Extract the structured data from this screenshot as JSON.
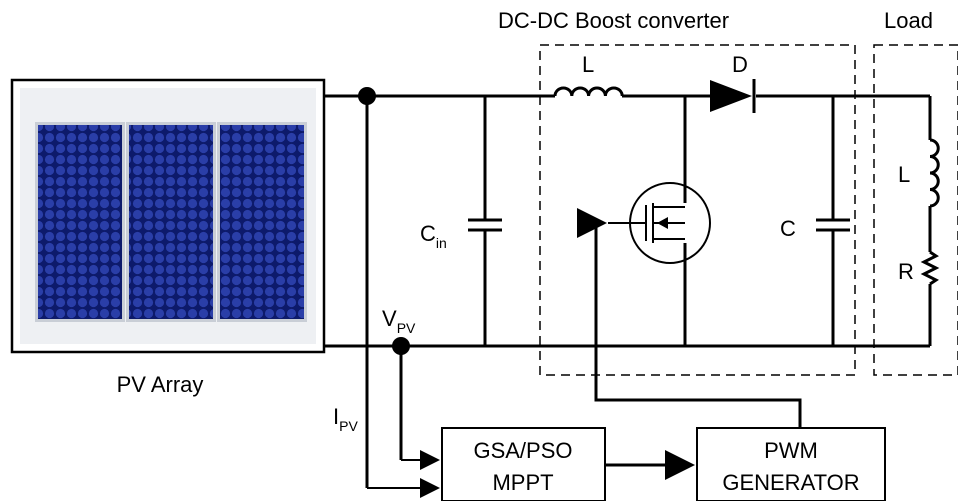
{
  "labels": {
    "converter_title": "DC-DC Boost converter",
    "load_title": "Load",
    "pv_array": "PV Array",
    "inductor": "L",
    "diode": "D",
    "input_cap": "C",
    "input_cap_sub": "in",
    "output_cap": "C",
    "load_inductor": "L",
    "load_resistor": "R",
    "voltage": "V",
    "voltage_sub": "PV",
    "current": "I",
    "current_sub": "PV"
  },
  "blocks": {
    "mppt": {
      "line1": "GSA/PSO",
      "line2": "MPPT"
    },
    "pwm": {
      "line1": "PWM",
      "line2": "GENERATOR"
    }
  },
  "colors": {
    "panel_cell": "#1b2a8f",
    "panel_frame": "#c9ced6",
    "panel_bg": "#eef0f3"
  }
}
